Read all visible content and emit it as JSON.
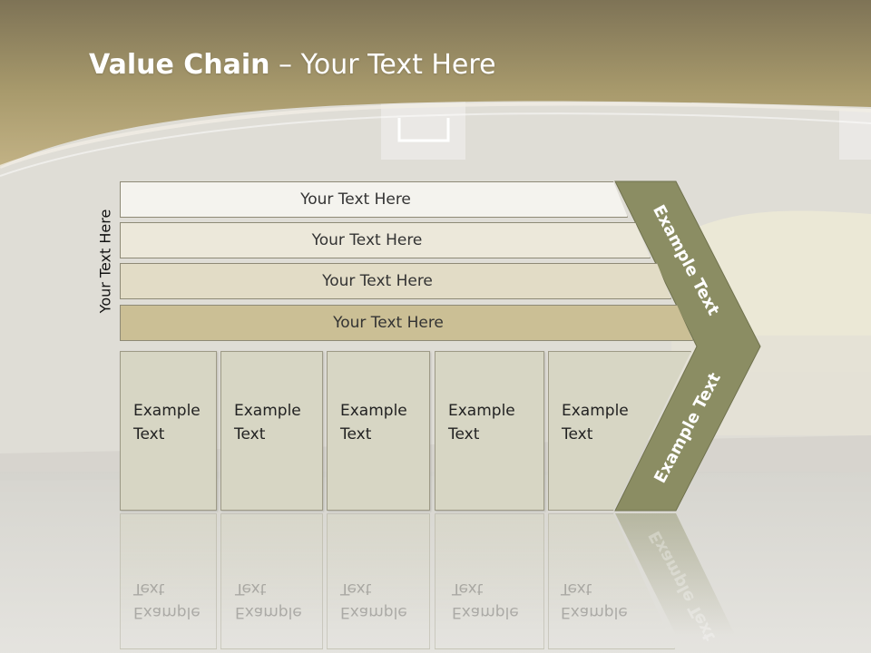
{
  "title": {
    "bold": "Value Chain",
    "rest": " – Your Text Here"
  },
  "side_label": "Your Text Here",
  "rows": [
    {
      "label": "Your Text Here"
    },
    {
      "label": "Your Text Here"
    },
    {
      "label": "Your Text Here"
    },
    {
      "label": "Your Text Here"
    }
  ],
  "cells": [
    {
      "line1": "Example",
      "line2": "Text"
    },
    {
      "line1": "Example",
      "line2": "Text"
    },
    {
      "line1": "Example",
      "line2": "Text"
    },
    {
      "line1": "Example",
      "line2": "Text"
    },
    {
      "line1": "Example",
      "line2": "Text"
    }
  ],
  "arrow": {
    "top_label": "Example Text",
    "bottom_label": "Example Text"
  },
  "colors": {
    "header": "#b8a878",
    "arrow": "#8b8d63",
    "row1": "#f4f3ee",
    "row2": "#ece8da",
    "row3": "#e2dcc6",
    "row4": "#cbbf95",
    "cell": "#d7d6c4"
  }
}
